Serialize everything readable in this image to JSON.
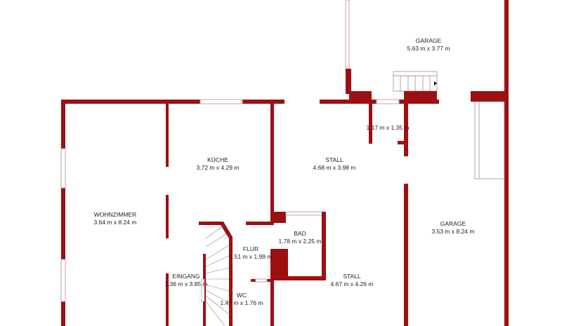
{
  "rooms": [
    {
      "name": "GARAGE",
      "size": "5.63 m x 3.77 m"
    },
    {
      "name": "",
      "size": "1.17 m x 1.35 m"
    },
    {
      "name": "KÜCHE",
      "size": "3.72 m x 4.29 m"
    },
    {
      "name": "STALL",
      "size": "4.68 m x 3.98 m"
    },
    {
      "name": "WOHNZIMMER",
      "size": "3.64 m x 8.24 m"
    },
    {
      "name": "GARAGE",
      "size": "3.53 m x 8.24 m"
    },
    {
      "name": "BAD",
      "size": "1.78 m x 2.25 m"
    },
    {
      "name": "FLUR",
      "size": "1.51 m x 1.99 m"
    },
    {
      "name": "EINGANG",
      "size": "1.36 m x 3.85 m"
    },
    {
      "name": "STALL",
      "size": "4.67 m x 4.26 m"
    },
    {
      "name": "WC",
      "size": "1.41 m x 1.76 m"
    }
  ],
  "colors": {
    "wall": "#9e0f12"
  }
}
